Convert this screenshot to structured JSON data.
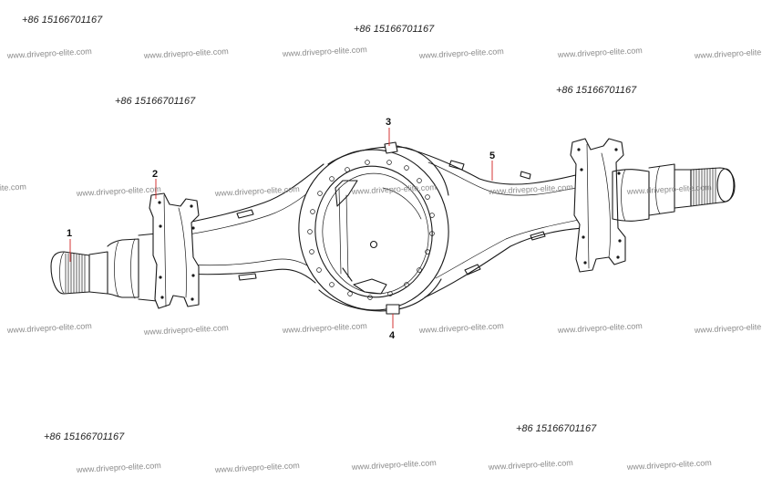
{
  "watermarks": {
    "phone": "+86 15166701167",
    "website": "www.drivepro-elite.com",
    "website_partial": "ite.com"
  },
  "callouts": {
    "c1": "1",
    "c2": "2",
    "c3": "3",
    "c4": "4",
    "c5": "5"
  },
  "colors": {
    "line": "#1a1a1a",
    "leader": "#d21f1f",
    "watermark_text": "#8a8a8a"
  }
}
